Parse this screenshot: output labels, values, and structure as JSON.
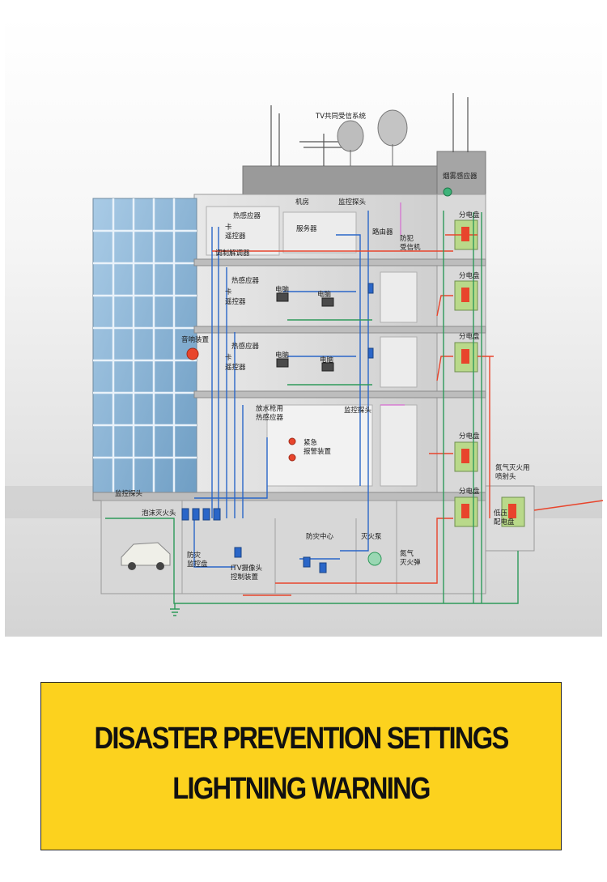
{
  "diagram": {
    "labels": {
      "tv_system": "TV共同受信系统",
      "smoke_sensor": "烟雾感应器",
      "machine_room": "机房",
      "monitor_probe_top": "监控探头",
      "heat_sensor_1": "热感应器",
      "card_1": "卡",
      "remote_1": "遥控器",
      "modem": "调制解调器",
      "server": "服务器",
      "router": "路由器",
      "anti_crime_1": "防犯",
      "anti_crime_2": "受信机",
      "dist_panel_1": "分电盘",
      "heat_sensor_2": "热感应器",
      "card_2": "卡",
      "remote_2": "遥控器",
      "pc_2a": "电脑",
      "pc_2b": "电脑",
      "dist_panel_2": "分电盘",
      "sound_device": "音响装置",
      "heat_sensor_3": "热感应器",
      "card_3": "卡",
      "remote_3": "遥控器",
      "pc_3a": "电脑",
      "pc_3b": "电脑",
      "dist_panel_3": "分电盘",
      "water_gun_1": "放水枪用",
      "water_gun_2": "热感应器",
      "monitor_probe_mid": "监控探头",
      "emergency_1": "紧急",
      "emergency_2": "报警装置",
      "dist_panel_4": "分电盘",
      "nitrogen_1": "氮气灭火用",
      "nitrogen_2": "喷射头",
      "dist_panel_5": "分电盘",
      "low_voltage_1": "低压",
      "low_voltage_2": "配电盘",
      "monitor_probe_low": "监控探头",
      "foam_head": "泡沫灭火头",
      "disaster_center": "防灾中心",
      "fire_pump": "灭火泵",
      "nitrogen_bomb_1": "氮气",
      "nitrogen_bomb_2": "灭火弹",
      "disaster_panel_1": "防灾",
      "disaster_panel_2": "监控盘",
      "itv_1": "ITV摄像头",
      "itv_2": "控制装置"
    },
    "colors": {
      "blue_line": "#2a66c8",
      "red_line": "#e8452c",
      "green_line": "#2e9a5a",
      "pink_line": "#d66ad0",
      "panel": "#b9d98a",
      "glass": "#8fb8d8"
    }
  },
  "banner": {
    "line1": "DISASTER PREVENTION SETTINGS",
    "line2": "LIGHTNING WARNING"
  }
}
